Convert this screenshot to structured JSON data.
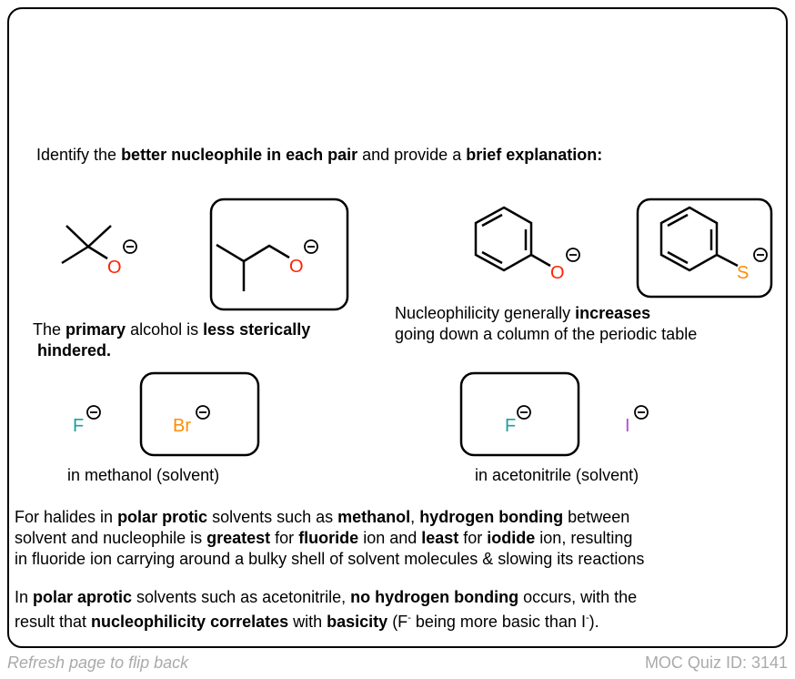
{
  "heading": {
    "p1": "Identify the ",
    "b1": "better nucleophile in each pair",
    "p2": " and provide a ",
    "b2": "brief explanation:"
  },
  "pair1": {
    "caption": {
      "p1": "The ",
      "b1": "primary",
      "p2": " alcohol is ",
      "b2": "less sterically",
      "b3": "hindered."
    },
    "atom": "O",
    "charge": "⊖"
  },
  "pair2": {
    "caption": {
      "p1": "Nucleophilicity generally ",
      "b1": "increases",
      "line2": "going down a column of the periodic table"
    },
    "atom_a": "O",
    "atom_b": "S"
  },
  "pair3": {
    "atom_a": "F",
    "atom_b": "Br",
    "caption": "in methanol (solvent)"
  },
  "pair4": {
    "atom_a": "F",
    "atom_b": "I",
    "caption": "in acetonitrile (solvent)"
  },
  "para1": {
    "s1": "For halides in  ",
    "b1": "polar protic",
    "s2": " solvents such as ",
    "b2": "methanol",
    "s3": ", ",
    "b3": "hydrogen bonding",
    "s4": " between",
    "s5": "solvent and nucleophile is ",
    "b4": "greatest",
    "s6": " for ",
    "b5": "fluoride",
    "s7": " ion and ",
    "b6": "least",
    "s8": " for ",
    "b7": "iodide",
    "s9": " ion, resulting",
    "s10": "in fluoride ion carrying around a bulky shell of solvent molecules & slowing its reactions"
  },
  "para2": {
    "s1": "In ",
    "b1": "polar aprotic",
    "s2": " solvents such as acetonitrile, ",
    "b2": "no hydrogen bonding",
    "s3": " occurs, with the",
    "s4": "result that ",
    "b3": "nucleophilicity correlates",
    "s5": " with ",
    "b4": "basicity",
    "s6": " (F",
    "sup1": "-",
    "s7": " being more basic than I",
    "sup2": "-",
    "s8": ")."
  },
  "footer": {
    "left": "Refresh page to flip back",
    "right": "MOC Quiz ID: 3141"
  },
  "colors": {
    "oxygen": "#ff2200",
    "sulfur": "#ff8c00",
    "bromine": "#ff8c00",
    "fluorine": "#1aa39a",
    "iodine": "#b44bd8"
  }
}
